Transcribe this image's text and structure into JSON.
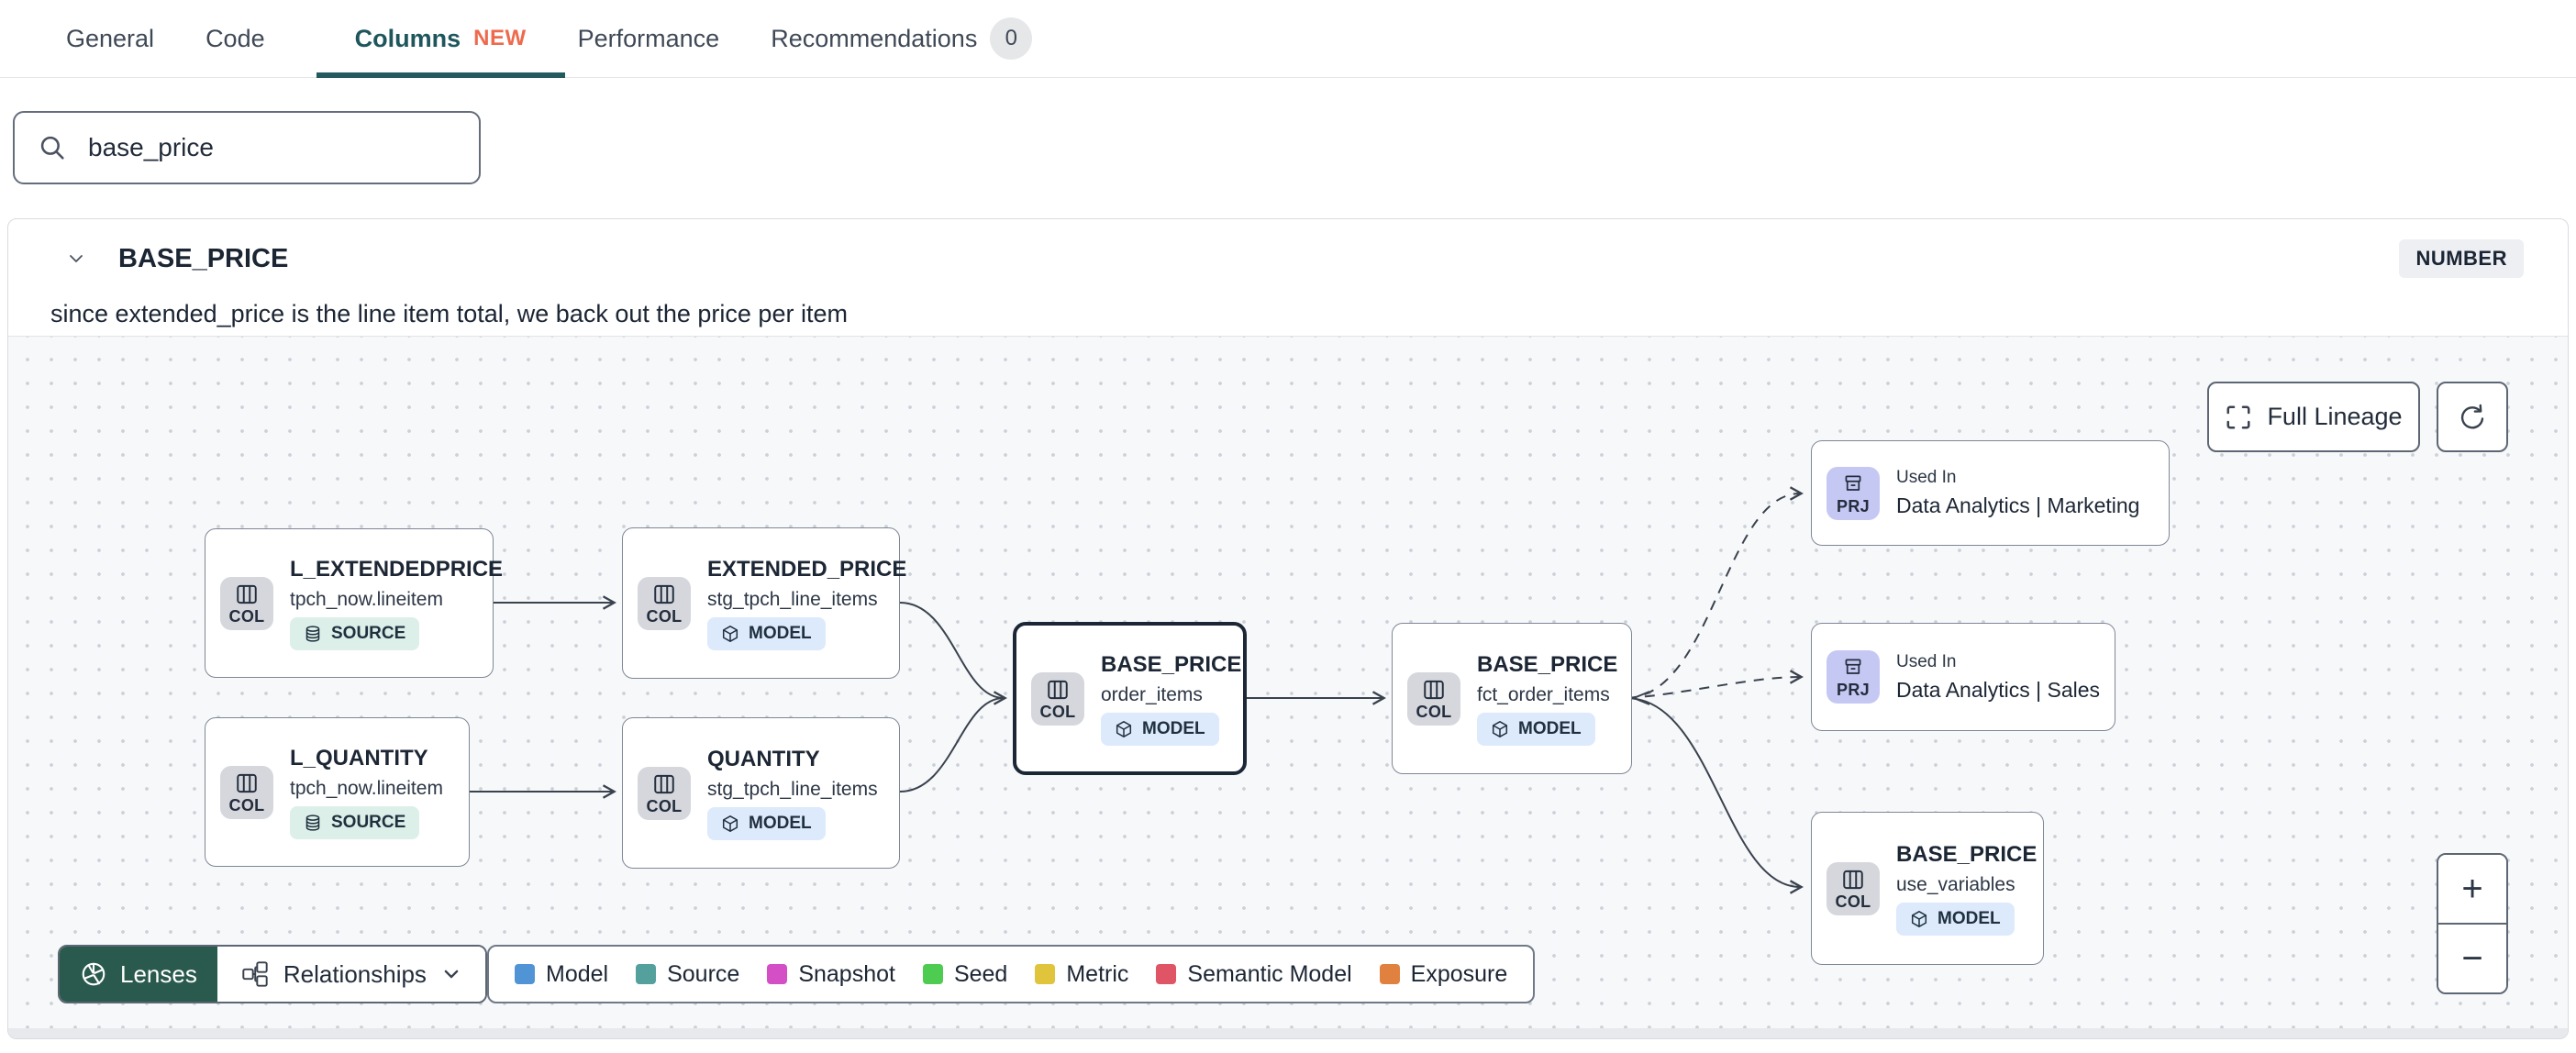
{
  "tabs": {
    "items": [
      {
        "label": "General"
      },
      {
        "label": "Code"
      },
      {
        "label": "Columns",
        "badge": "NEW",
        "active": true
      },
      {
        "label": "Performance"
      },
      {
        "label": "Recommendations",
        "count": "0"
      }
    ]
  },
  "search": {
    "value": "base_price",
    "icon": "search-icon"
  },
  "column": {
    "name": "BASE_PRICE",
    "type": "NUMBER",
    "description": "since extended_price is the line item total, we back out the price per item"
  },
  "lineage": {
    "controls": {
      "full_lineage": "Full Lineage",
      "zoom_in": "+",
      "zoom_out": "−"
    },
    "nodes": [
      {
        "title": "L_EXTENDEDPRICE",
        "subtitle": "tpch_now.lineitem",
        "kind": "COL",
        "badge": "SOURCE"
      },
      {
        "title": "EXTENDED_PRICE",
        "subtitle": "stg_tpch_line_items",
        "kind": "COL",
        "badge": "MODEL"
      },
      {
        "title": "L_QUANTITY",
        "subtitle": "tpch_now.lineitem",
        "kind": "COL",
        "badge": "SOURCE"
      },
      {
        "title": "QUANTITY",
        "subtitle": "stg_tpch_line_items",
        "kind": "COL",
        "badge": "MODEL"
      },
      {
        "title": "BASE_PRICE",
        "subtitle": "order_items",
        "kind": "COL",
        "badge": "MODEL",
        "selected": true
      },
      {
        "title": "BASE_PRICE",
        "subtitle": "fct_order_items",
        "kind": "COL",
        "badge": "MODEL"
      },
      {
        "title": "Used In",
        "subtitle": "Data Analytics | Marketing",
        "kind": "PRJ"
      },
      {
        "title": "Used In",
        "subtitle": "Data Analytics | Sales",
        "kind": "PRJ"
      },
      {
        "title": "BASE_PRICE",
        "subtitle": "use_variables",
        "kind": "COL",
        "badge": "MODEL"
      }
    ],
    "footer": {
      "lenses": "Lenses",
      "relationships": "Relationships"
    },
    "legend": [
      {
        "label": "Model",
        "color": "#5094d6"
      },
      {
        "label": "Source",
        "color": "#53a09d"
      },
      {
        "label": "Snapshot",
        "color": "#d44fc6"
      },
      {
        "label": "Seed",
        "color": "#4ecb51"
      },
      {
        "label": "Metric",
        "color": "#e0c43c"
      },
      {
        "label": "Semantic Model",
        "color": "#e05566"
      },
      {
        "label": "Exposure",
        "color": "#e1813f"
      }
    ]
  },
  "colors": {
    "active_tab": "#1e565c",
    "new_badge": "#ee6a4d",
    "lenses_button": "#2a5a4d",
    "selected_node_border": "#1c2736"
  }
}
